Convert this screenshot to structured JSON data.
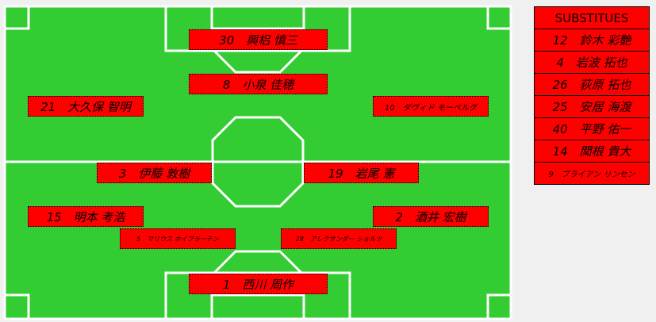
{
  "starters": [
    {
      "id": "p30",
      "text": "30　興梠 慎三"
    },
    {
      "id": "p8",
      "text": "8　小泉 佳穂"
    },
    {
      "id": "p21",
      "text": "21　大久保 智明"
    },
    {
      "id": "p10",
      "text": "10　ダヴィド モーベルグ"
    },
    {
      "id": "p3",
      "text": "3　伊藤 敦樹"
    },
    {
      "id": "p19",
      "text": "19　岩尾 憲"
    },
    {
      "id": "p15",
      "text": "15　明本 考浩"
    },
    {
      "id": "p2",
      "text": "2　酒井 宏樹"
    },
    {
      "id": "p5",
      "text": "5　マリウス ホイブラーテン"
    },
    {
      "id": "p28",
      "text": "28　アレクサンダー ショルツ"
    },
    {
      "id": "p1",
      "text": "1　西川 周作"
    }
  ],
  "substitutes": {
    "title": "SUBSTITUES",
    "items": [
      "12　鈴木 彩艶",
      "4　岩波 拓也",
      "26　荻原 拓也",
      "25　安居 海渡",
      "40　平野 佑一",
      "14　関根 貴大",
      "9　ブライアン リンセン"
    ]
  },
  "colors": {
    "pitch": "#33cc33",
    "lines": "#ffffff",
    "player_bg": "#ff0000",
    "page_bg": "#f0f0f0"
  }
}
